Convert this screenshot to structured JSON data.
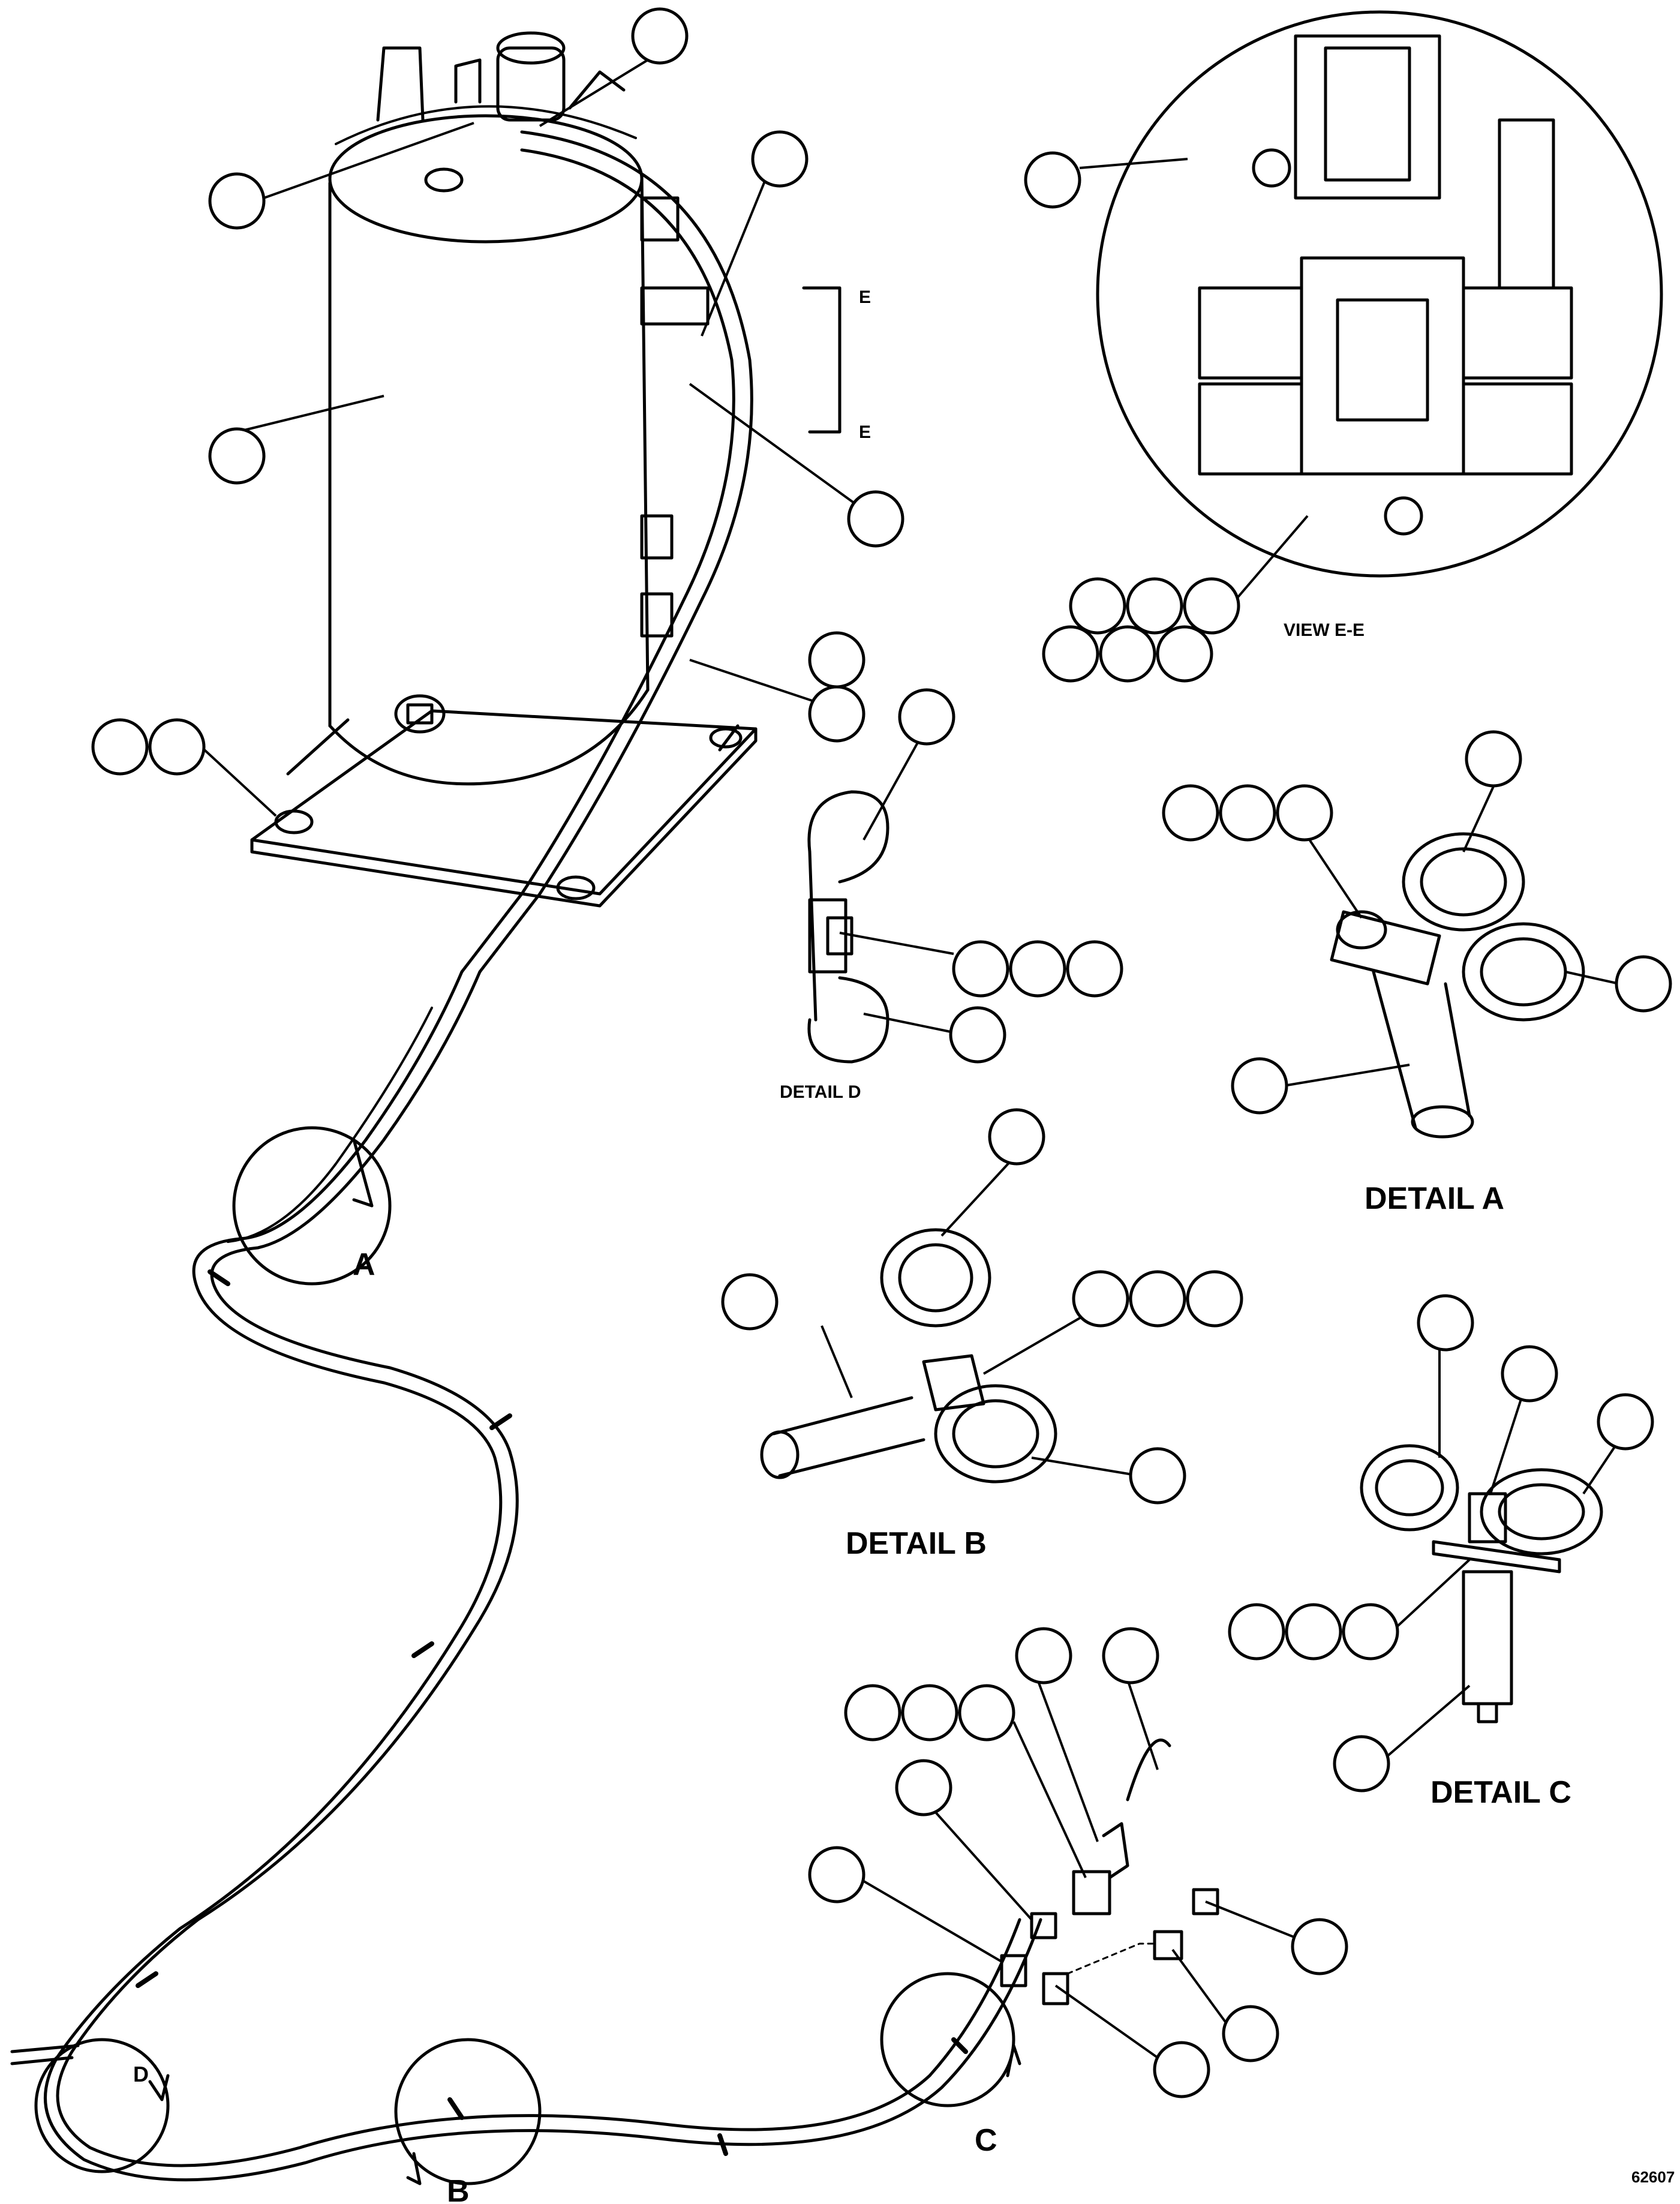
{
  "view_labels": {
    "detail_a": "DETAIL A",
    "detail_b": "DETAIL B",
    "detail_c": "DETAIL C",
    "detail_d": "DETAIL D",
    "view_ee": "VIEW E-E"
  },
  "section_marks": {
    "e_top": "E",
    "e_bottom": "E"
  },
  "detail_markers": {
    "a": "A",
    "b": "B",
    "c": "C",
    "d": "D"
  },
  "figure_number": "62607"
}
